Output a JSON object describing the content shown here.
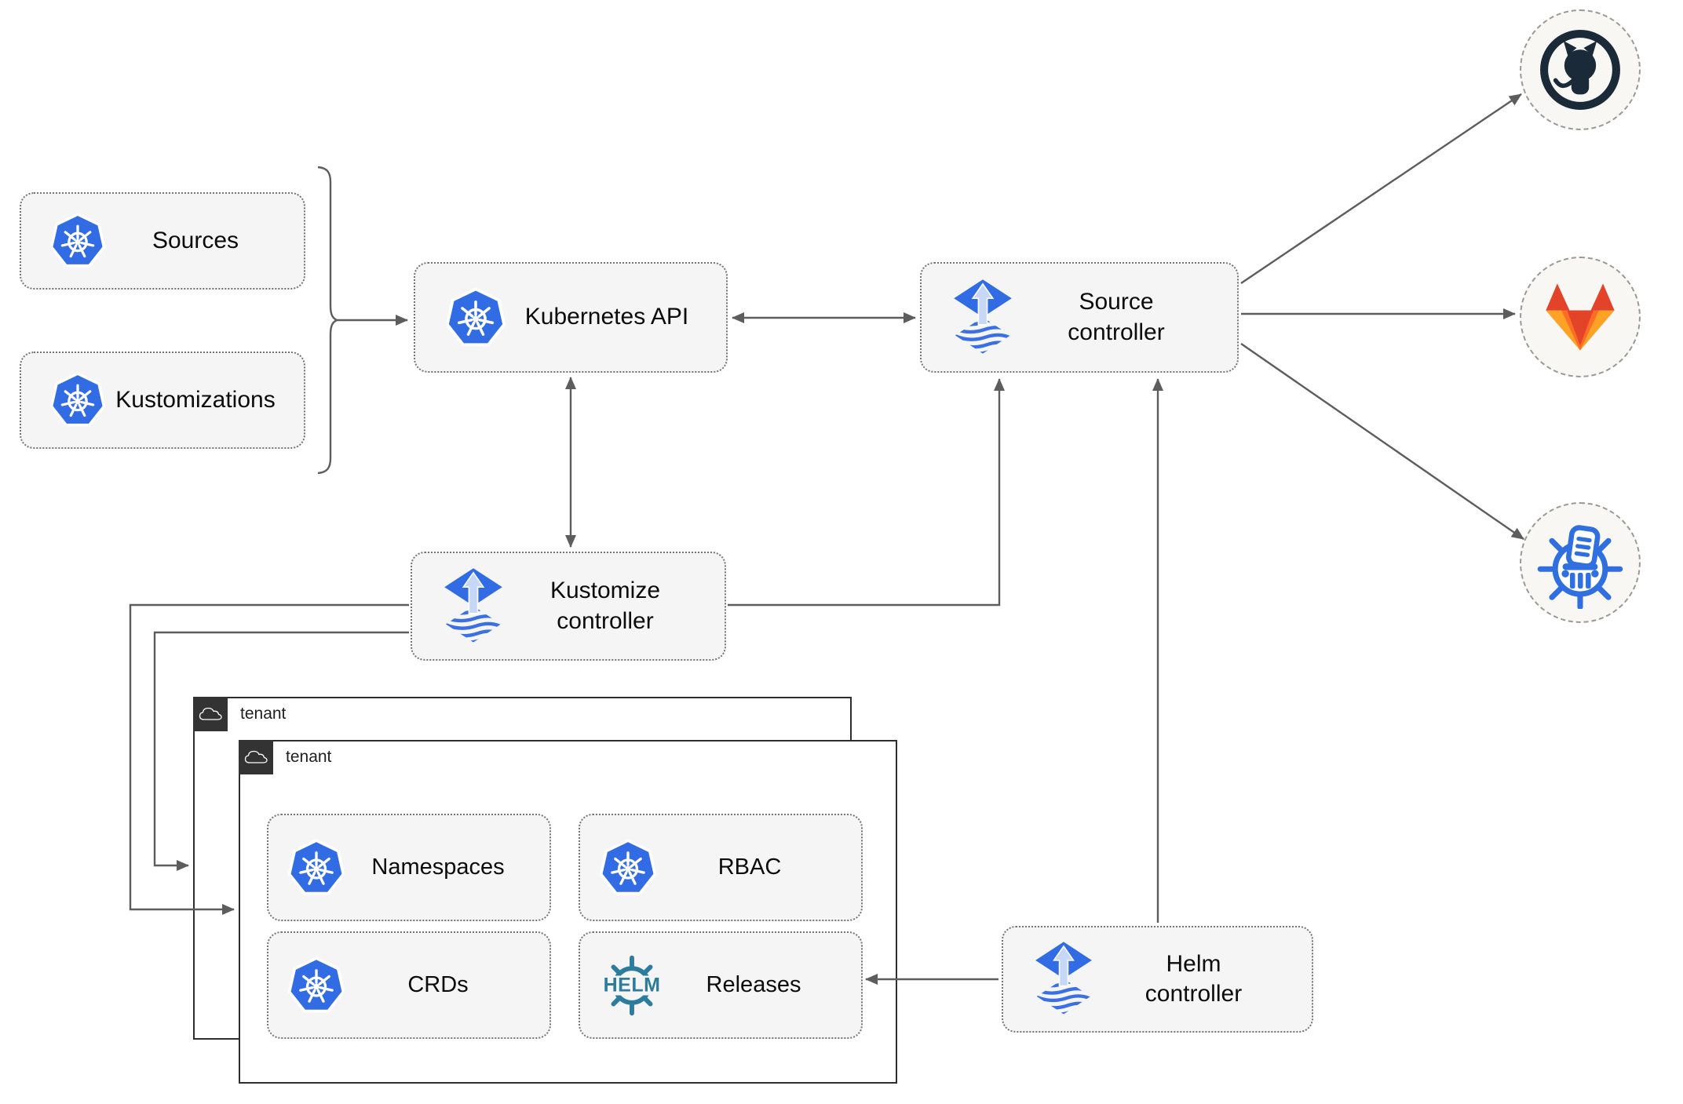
{
  "nodes": {
    "sources": {
      "label": "Sources",
      "icon": "kubernetes-icon"
    },
    "kustomizations": {
      "label": "Kustomizations",
      "icon": "kubernetes-icon"
    },
    "kubernetes_api": {
      "label": "Kubernetes API",
      "icon": "kubernetes-icon"
    },
    "source_controller": {
      "line1": "Source",
      "line2": "controller",
      "icon": "flux-icon"
    },
    "kustomize_controller": {
      "line1": "Kustomize",
      "line2": "controller",
      "icon": "flux-icon"
    },
    "helm_controller": {
      "line1": "Helm",
      "line2": "controller",
      "icon": "flux-icon"
    },
    "tenant_back": {
      "label": "tenant",
      "icon": "cloud-icon"
    },
    "tenant_front": {
      "label": "tenant",
      "icon": "cloud-icon"
    },
    "namespaces": {
      "label": "Namespaces",
      "icon": "kubernetes-icon"
    },
    "rbac": {
      "label": "RBAC",
      "icon": "kubernetes-icon"
    },
    "crds": {
      "label": "CRDs",
      "icon": "kubernetes-icon"
    },
    "releases": {
      "label": "Releases",
      "icon": "helm-icon"
    },
    "github": {
      "icon": "github-icon"
    },
    "gitlab": {
      "icon": "gitlab-icon"
    },
    "chartmuseum": {
      "icon": "chartmuseum-icon"
    }
  },
  "logos": {
    "helm_text": "HELM"
  },
  "edges": [
    {
      "from": "sources-kustomizations-bracket",
      "to": "kubernetes_api",
      "arrow": "end"
    },
    {
      "from": "kubernetes_api",
      "to": "source_controller",
      "arrow": "both"
    },
    {
      "from": "kubernetes_api",
      "to": "kustomize_controller",
      "arrow": "both"
    },
    {
      "from": "kustomize_controller",
      "to": "source_controller",
      "arrow": "end"
    },
    {
      "from": "kustomize_controller",
      "to": "tenant_front",
      "arrow": "end"
    },
    {
      "from": "kustomize_controller",
      "to": "tenant_back",
      "arrow": "end"
    },
    {
      "from": "helm_controller",
      "to": "source_controller",
      "arrow": "end"
    },
    {
      "from": "helm_controller",
      "to": "releases",
      "arrow": "end"
    },
    {
      "from": "source_controller",
      "to": "github",
      "arrow": "end"
    },
    {
      "from": "source_controller",
      "to": "gitlab",
      "arrow": "end"
    },
    {
      "from": "source_controller",
      "to": "chartmuseum",
      "arrow": "end"
    }
  ],
  "colors": {
    "kubernetes_blue": "#326CE5",
    "flux_blue": "#316CE4",
    "flux_arrow_light": "#C7D7F6",
    "helm_teal": "#2B7C9D",
    "github_dark": "#1B2A38",
    "gitlab_red": "#E24329",
    "gitlab_orange": "#FC6D26",
    "gitlab_yellow": "#FCA326",
    "chartmuseum_blue": "#2F6FE0",
    "node_fill": "#F5F5F5",
    "connector_gray": "#5D5D5D",
    "tenant_tag_dark": "#333333"
  }
}
